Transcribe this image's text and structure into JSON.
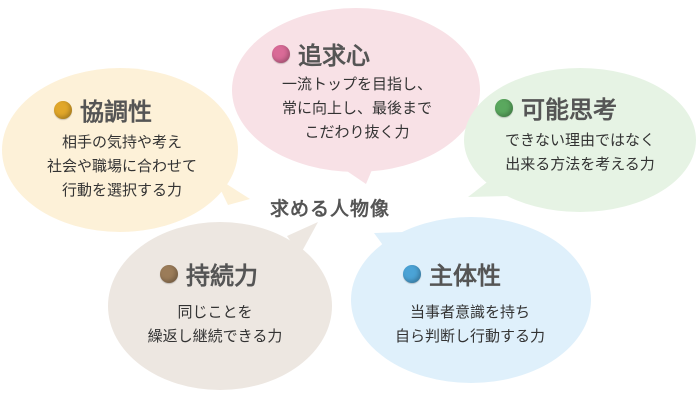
{
  "center": {
    "label": "求める人物像"
  },
  "bubbles": [
    {
      "id": "tsuikyu",
      "title": "追求心",
      "lines": [
        "一流トップを目指し、",
        "常に向上し、最後まで",
        "こだわり抜く力"
      ],
      "fill": "#f8e1e6",
      "dot_color": "#d96b97"
    },
    {
      "id": "kyocho",
      "title": "協調性",
      "lines": [
        "相手の気持や考え",
        "社会や職場に合わせて",
        "行動を選択する力"
      ],
      "fill": "#fdf1d8",
      "dot_color": "#e1a72a"
    },
    {
      "id": "kanou",
      "title": "可能思考",
      "lines": [
        "できない理由ではなく",
        "出来る方法を考える力"
      ],
      "fill": "#e6f3e4",
      "dot_color": "#5aa85e"
    },
    {
      "id": "jizoku",
      "title": "持続力",
      "lines": [
        "同じことを",
        "繰返し継続できる力"
      ],
      "fill": "#ede7e1",
      "dot_color": "#9b7c59"
    },
    {
      "id": "shutai",
      "title": "主体性",
      "lines": [
        "当事者意識を持ち",
        "自ら判断し行動する力"
      ],
      "fill": "#dff0fb",
      "dot_color": "#4ba3d6"
    }
  ]
}
